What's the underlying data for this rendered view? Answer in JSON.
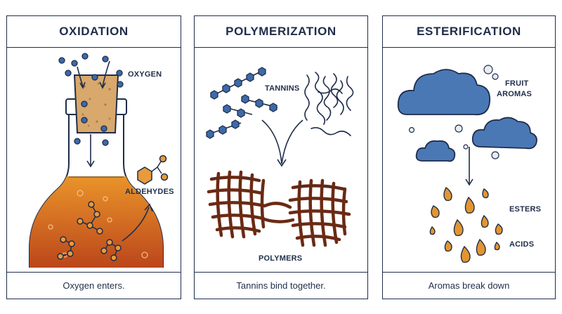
{
  "panels": [
    {
      "title": "OXIDATION",
      "caption": "Oxygen enters.",
      "labels": {
        "oxygen": "OXYGEN",
        "aldehydes": "ALDEHYDES"
      }
    },
    {
      "title": "POLYMERIZATION",
      "caption": "Tannins bind together.",
      "labels": {
        "tannins": "TANNINS",
        "polymers": "POLYMERS"
      }
    },
    {
      "title": "ESTERIFICATION",
      "caption": "Aromas break down",
      "labels": {
        "fruit_line1": "FRUIT",
        "fruit_line2": "AROMAS",
        "esters": "ESTERS",
        "acids": "ACIDS"
      }
    }
  ],
  "colors": {
    "navy": "#1f2d4a",
    "cork": "#d8a86c",
    "wine_top": "#e9942a",
    "wine_bottom": "#b8401a",
    "molecule_orange": "#e89a3c",
    "oxygen_blue": "#3d6aa8",
    "tannin_blue": "#3d6aa8",
    "polymer_brown": "#6b2a14",
    "cloud_blue": "#4a78b5",
    "droplet_orange": "#e3952f"
  }
}
